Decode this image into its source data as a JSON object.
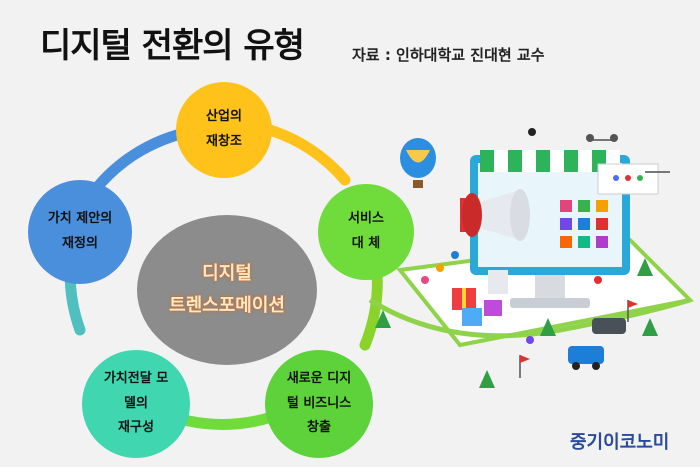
{
  "title": "디지털 전환의 유형",
  "source": "자료 : 인하대학교 진대현 교수",
  "center": {
    "line1": "디지털",
    "line2": "트렌스포메이션"
  },
  "nodes": [
    {
      "lines": [
        "산업의",
        "재창조"
      ],
      "color": "#ffc21a"
    },
    {
      "lines": [
        "서비스",
        "대 체"
      ],
      "color": "#6fdc3c"
    },
    {
      "lines": [
        "새로운 디지",
        "털 비즈니스",
        "창출"
      ],
      "color": "#5dd23a"
    },
    {
      "lines": [
        "가치전달 모",
        "델의",
        "재구성"
      ],
      "color": "#3fd6b0"
    },
    {
      "lines": [
        "가치 제안의",
        "재정의"
      ],
      "color": "#4a8fdc"
    }
  ],
  "brand": "중기이코노미"
}
